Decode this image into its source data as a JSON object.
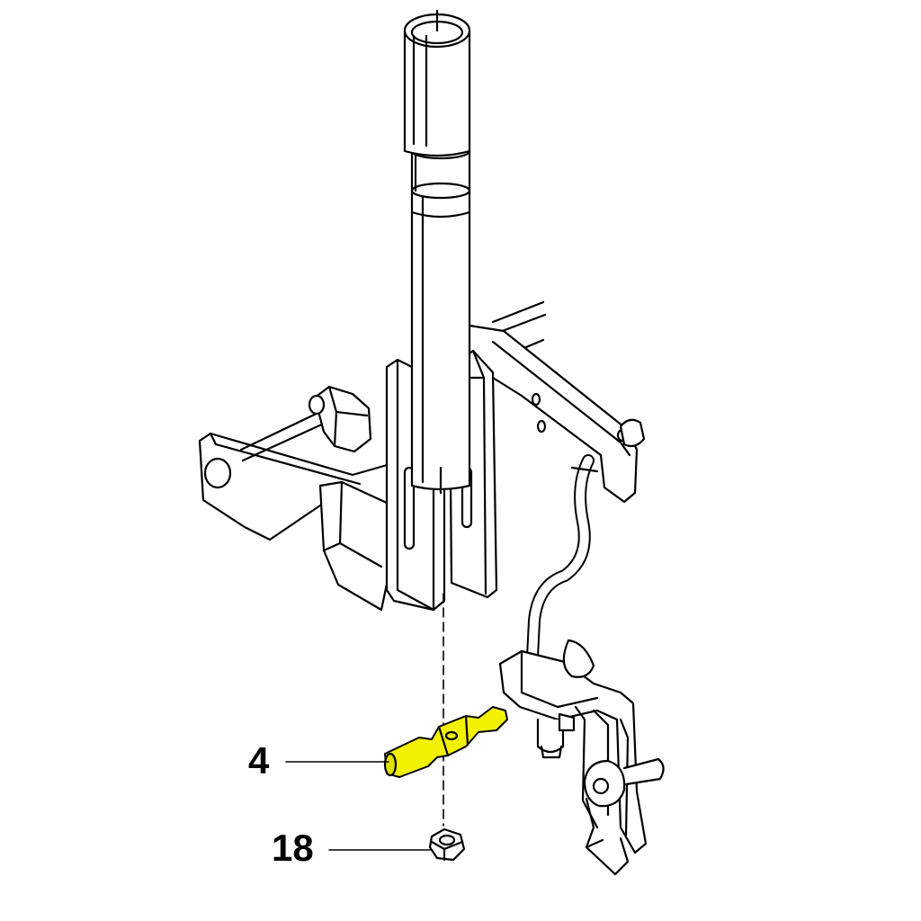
{
  "callouts": [
    {
      "number": "4",
      "part": "pivot-pin",
      "highlighted": true
    },
    {
      "number": "18",
      "part": "nut",
      "highlighted": false
    }
  ],
  "colors": {
    "line": "#000000",
    "background": "#ffffff",
    "highlight": "#f2f200"
  }
}
